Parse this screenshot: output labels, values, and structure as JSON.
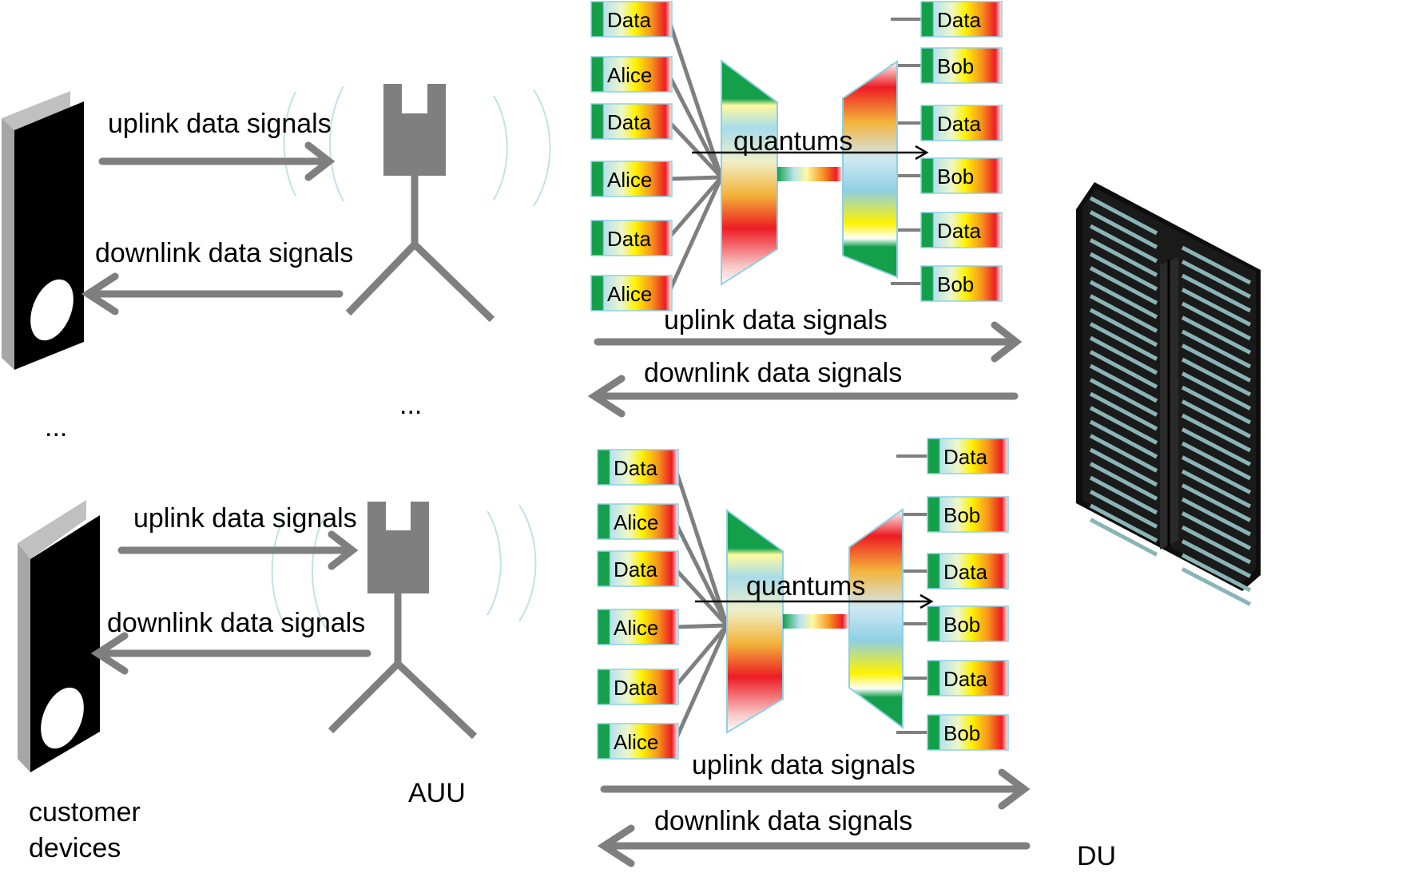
{
  "colors": {
    "gray": "#7f7f7f",
    "lightgray": "#bfbfbf",
    "black": "#000000",
    "wave": "#bfe3e6",
    "screen_slat": "#8ab4b6"
  },
  "labels": {
    "uplink": "uplink data signals",
    "downlink": "downlink data signals",
    "quantums": "quantums",
    "ellipsis": "...",
    "auu": "AUU",
    "customer_line1": "customer",
    "customer_line2": "devices",
    "du": "DU"
  },
  "sections": [
    {
      "left_boxes": [
        "Data",
        "Alice",
        "Data",
        "Alice",
        "Data",
        "Alice"
      ],
      "right_boxes": [
        "Data",
        "Bob",
        "Data",
        "Bob",
        "Data",
        "Bob"
      ]
    },
    {
      "left_boxes": [
        "Data",
        "Alice",
        "Data",
        "Alice",
        "Data",
        "Alice"
      ],
      "right_boxes": [
        "Data",
        "Bob",
        "Data",
        "Bob",
        "Data",
        "Bob"
      ]
    }
  ],
  "icons": {
    "customer_device": "phone-icon",
    "auu": "antenna-icon",
    "du": "server-rack-icon",
    "mux": "mux-icon",
    "demux": "demux-icon"
  }
}
